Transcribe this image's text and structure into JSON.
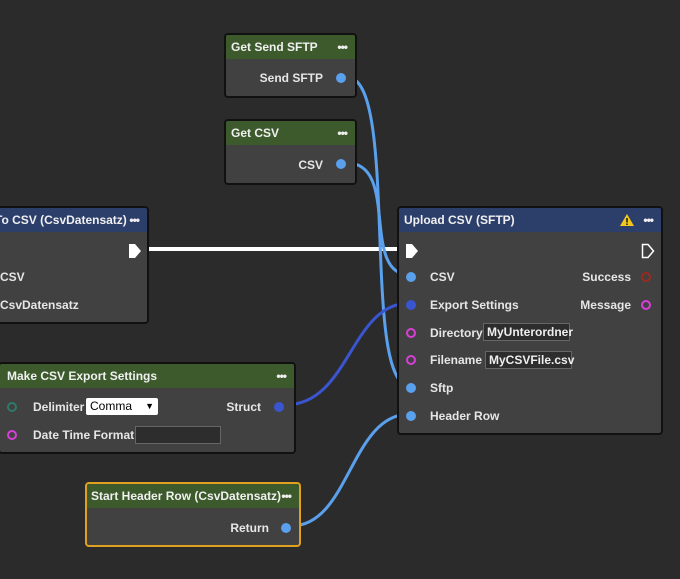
{
  "nodes": {
    "get_send_sftp": {
      "title": "Get Send SFTP",
      "output": "Send SFTP"
    },
    "get_csv": {
      "title": "Get CSV",
      "output": "CSV"
    },
    "to_csv": {
      "title": "To CSV (CsvDatensatz)",
      "rows": [
        "CSV",
        "CsvDatensatz"
      ]
    },
    "make_settings": {
      "title": "Make CSV Export Settings",
      "delimiter_label": "Delimiter",
      "delimiter_value": "Comma",
      "date_label": "Date Time Format",
      "date_value": "",
      "output": "Struct"
    },
    "start_header": {
      "title": "Start Header Row (CsvDatensatz)",
      "output": "Return"
    },
    "upload": {
      "title": "Upload CSV (SFTP)",
      "inputs": [
        "CSV",
        "Export Settings",
        "Directory",
        "Filename",
        "Sftp",
        "Header Row"
      ],
      "directory_value": "MyUnterordner",
      "filename_value": "MyCSVFile.csv",
      "outputs": [
        "Success",
        "Message"
      ],
      "warning_icon": "warning-triangle-icon"
    }
  },
  "menu_glyph": "•••",
  "colors": {
    "struct_pin": "#5aa0ec",
    "settings_pin": "#3a55d0",
    "string_pin": "#d83fd8",
    "bool_pin": "#9a2a20",
    "event_header": "#3c5a2c",
    "function_header": "#2c3f6b",
    "selected_border": "#e0a020"
  }
}
